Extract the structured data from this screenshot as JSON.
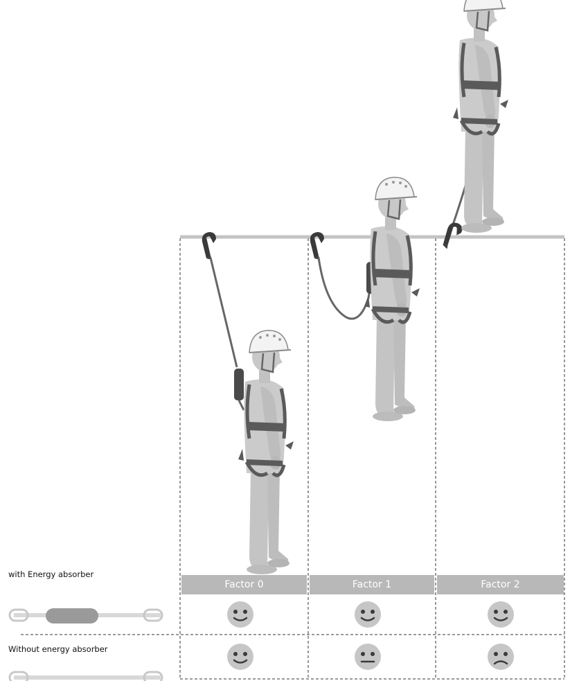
{
  "rows": {
    "with_absorber": {
      "label": "with Energy absorber"
    },
    "without_absorber": {
      "label": "Without energy absorber"
    }
  },
  "factors": [
    {
      "label": "Factor 0",
      "with_absorber_face": "happy",
      "without_absorber_face": "happy"
    },
    {
      "label": "Factor 1",
      "with_absorber_face": "happy",
      "without_absorber_face": "neutral"
    },
    {
      "label": "Factor 2",
      "with_absorber_face": "happy",
      "without_absorber_face": "sad"
    }
  ],
  "colors": {
    "figure_gray": "#c8c8c8",
    "harness_dark": "#5a5a5a",
    "factor_bar": "#b8b8b8",
    "anchor_line": "#c4c4c4",
    "face_gray": "#c6c6c6"
  },
  "icons": {
    "worker": "worker-with-helmet-and-harness",
    "carabiner": "carabiner-icon",
    "absorber": "energy-absorber-icon",
    "face": "smiley-face-icon"
  }
}
